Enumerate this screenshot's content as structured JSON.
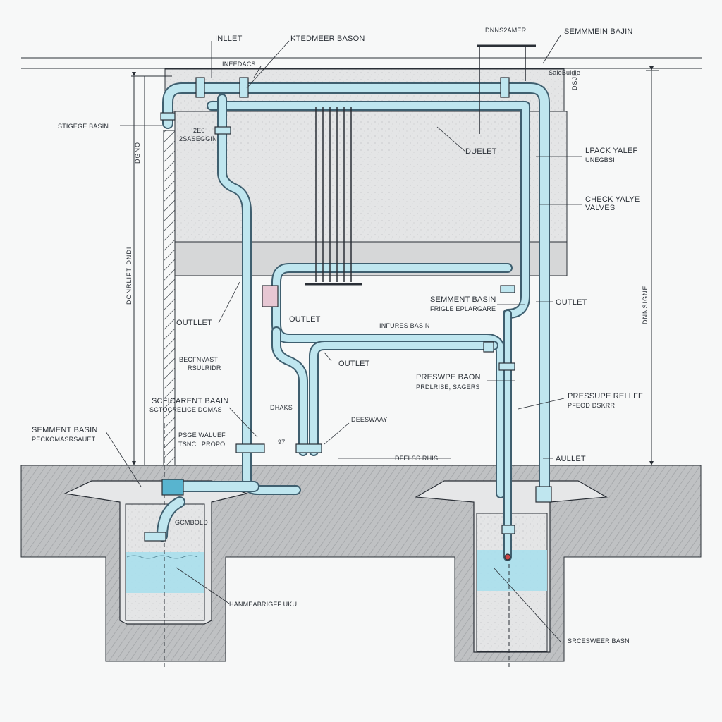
{
  "labels": {
    "inlet": "INLLET",
    "detention_basin_top": "KTEDMEER BASON",
    "dimensions_top": "DNNS2AMERI",
    "sediment_basin_top": "SEMMMEIN BAJIN",
    "interface": "INEEDACS",
    "small_note_top": "SaleBuidle",
    "dim_right_top": "DSJI",
    "storage_basin": "STIGEGE BASIN",
    "sub_note_left_1": "2E0",
    "sub_note_left_2": "2SASEGGIN",
    "outlet_top": "DUELET",
    "back_valve": "LPACK YALEF",
    "back_valve_sub": "UNEGBSI",
    "check_valve": "CHECK YALYE",
    "check_valve_sub": "VALVES",
    "dim_left_outer": "DGNO",
    "dim_left_inner": "DONRLIFT DNDI",
    "dim_right_outer": "DNNSIGNE",
    "sediment_basin_mid": "SEMMENT BASIN",
    "sediment_basin_mid_sub": "FRIGLE EPLARGARE",
    "outlet_right": "OUTLET",
    "outlet_left": "OUTLLET",
    "outlet_center": "OUTLET",
    "influent_basin": "INFURES BASIN",
    "outlet_inner": "OUTLET",
    "bypass_vault": "BECFNVAST",
    "bypass_vault_sub": "RSULRIDR",
    "pressure_basin": "PRESWPE BAON",
    "pressure_basin_sub": "PRDLRISE, SAGERS",
    "pressure_relief": "PRESSUPE RELLFF",
    "pressure_relief_sub": "PFEOD DSKRR",
    "sediment_basin_left": "SCFICARENT BAAIN",
    "sediment_basin_left_sub": "SCTOCRELICE DOMAS",
    "pipe_note": "DHAKS",
    "driveway": "DEESWAAY",
    "sediment_basin_ground": "SEMMENT BASIN",
    "sediment_basin_ground_sub": "PECKOMASRSAUET",
    "pipe_valve": "PSGE WALUEF",
    "pipe_valve_sub": "TSNCL PROPO",
    "dim_small": "97",
    "field_note": "DFELSS RHIS",
    "outlet_ground": "AULLET",
    "left_pit_note": "GCMBOLD",
    "manhole": "HANMEABRIGFF UKU",
    "sewer_basin": "SRCESWEER BASN"
  },
  "colors": {
    "pipe_fill": "#bfe6ef",
    "pipe_stroke": "#3f5f6f",
    "water": "#a9dfec",
    "ground": "#b7b9bb",
    "concrete": "#d9dadb",
    "line": "#2a2f36"
  }
}
